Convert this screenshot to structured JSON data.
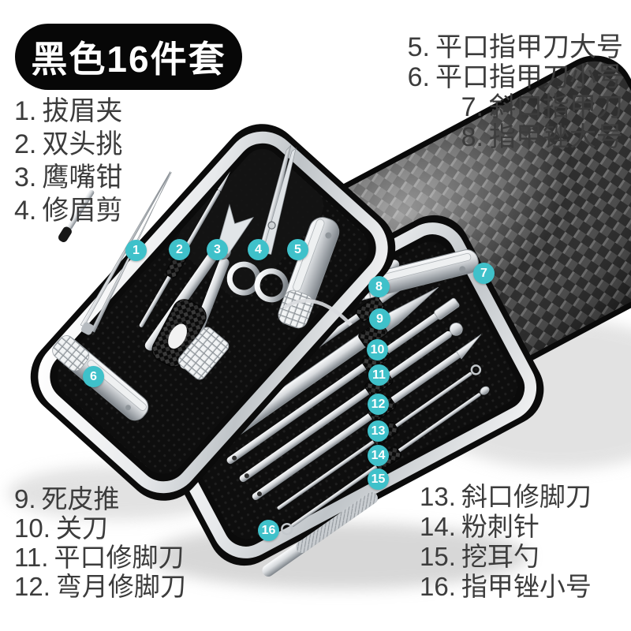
{
  "header": {
    "title": "黑色16件套"
  },
  "colors": {
    "marker_teal": "#3fc1ca",
    "header_bg": "#070707",
    "header_text": "#ffffff",
    "list_text": "#3c3c3c",
    "background": "#ffffff"
  },
  "legend": {
    "top_left": [
      {
        "num": "1.",
        "label": "拔眉夹"
      },
      {
        "num": "2.",
        "label": "双头挑"
      },
      {
        "num": "3.",
        "label": "鹰嘴钳"
      },
      {
        "num": "4.",
        "label": "修眉剪"
      }
    ],
    "top_right": [
      {
        "num": "5.",
        "label": "平口指甲刀大号"
      },
      {
        "num": "6.",
        "label": "平口指甲刀小号"
      },
      {
        "num": "7.",
        "label": "斜口指甲刀"
      },
      {
        "num": "8.",
        "label": "指甲锉大号"
      }
    ],
    "bottom_left": [
      {
        "num": "9.",
        "label": "死皮推"
      },
      {
        "num": "10.",
        "label": "关刀"
      },
      {
        "num": "11.",
        "label": "平口修脚刀"
      },
      {
        "num": "12.",
        "label": "弯月修脚刀"
      }
    ],
    "bottom_right": [
      {
        "num": "13.",
        "label": "斜口修脚刀"
      },
      {
        "num": "14.",
        "label": "粉刺针"
      },
      {
        "num": "15.",
        "label": "挖耳勺"
      },
      {
        "num": "16.",
        "label": "指甲锉小号"
      }
    ]
  },
  "markers": [
    "1",
    "2",
    "3",
    "4",
    "5",
    "6",
    "7",
    "8",
    "9",
    "10",
    "11",
    "12",
    "13",
    "14",
    "15",
    "16"
  ],
  "tool_icons": {
    "left_tray": [
      "tweezers-icon",
      "double-head-pick-icon",
      "eagle-nose-nipper-icon",
      "eyebrow-scissors-icon",
      "nail-clipper-large-icon",
      "nail-clipper-small-icon"
    ],
    "right_tray": [
      "nail-clipper-slant-icon",
      "nail-file-large-icon",
      "cuticle-pusher-icon",
      "guan-knife-icon",
      "flat-pedicure-knife-icon",
      "crescent-pedicure-knife-icon",
      "slant-pedicure-knife-icon",
      "acne-needle-icon",
      "ear-pick-icon",
      "nail-file-small-icon"
    ]
  }
}
